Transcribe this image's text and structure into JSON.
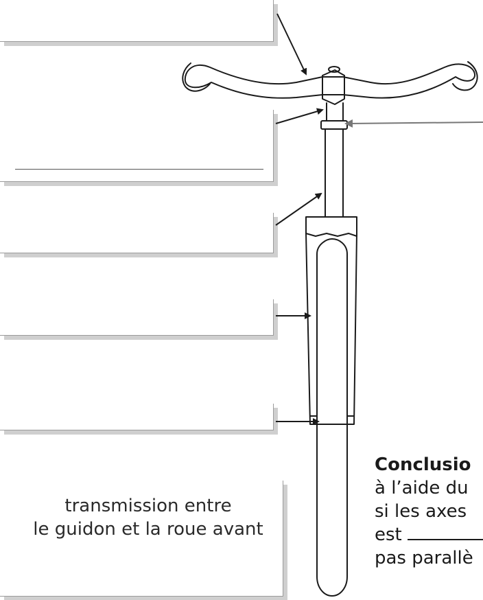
{
  "caption": {
    "line1": "transmission entre",
    "line2": "le guidon et la roue avant"
  },
  "conclusion": {
    "title": "Conclusio",
    "line1": "à l’aide du",
    "line2": "si les axes",
    "line3_word": "est",
    "line4": "pas parallè"
  },
  "colors": {
    "line": "#1a1a1a",
    "box_shadow": "#cfcfcf",
    "grey_arrow": "#777777"
  }
}
